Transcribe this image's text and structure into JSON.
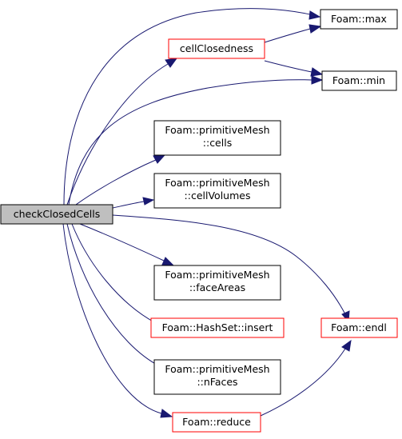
{
  "colors": {
    "edge": "#191970",
    "root_fill": "#bfbfbf",
    "node_fill": "#ffffff",
    "border_default": "#000000",
    "border_incomplete": "#ff0000"
  },
  "nodes": {
    "root": {
      "lines": [
        "checkClosedCells"
      ]
    },
    "cellClosedness": {
      "lines": [
        "cellClosedness"
      ]
    },
    "max": {
      "lines": [
        "Foam::max"
      ]
    },
    "min": {
      "lines": [
        "Foam::min"
      ]
    },
    "cells": {
      "lines": [
        "Foam::primitiveMesh",
        "::cells"
      ]
    },
    "cellVolumes": {
      "lines": [
        "Foam::primitiveMesh",
        "::cellVolumes"
      ]
    },
    "faceAreas": {
      "lines": [
        "Foam::primitiveMesh",
        "::faceAreas"
      ]
    },
    "insert": {
      "lines": [
        "Foam::HashSet::insert"
      ]
    },
    "endl": {
      "lines": [
        "Foam::endl"
      ]
    },
    "nFaces": {
      "lines": [
        "Foam::primitiveMesh",
        "::nFaces"
      ]
    },
    "reduce": {
      "lines": [
        "Foam::reduce"
      ]
    }
  },
  "edges": [
    {
      "from": "root",
      "to": "max"
    },
    {
      "from": "root",
      "to": "cellClosedness"
    },
    {
      "from": "root",
      "to": "min"
    },
    {
      "from": "root",
      "to": "cells"
    },
    {
      "from": "root",
      "to": "cellVolumes"
    },
    {
      "from": "root",
      "to": "endl"
    },
    {
      "from": "root",
      "to": "faceAreas"
    },
    {
      "from": "root",
      "to": "insert"
    },
    {
      "from": "root",
      "to": "nFaces"
    },
    {
      "from": "root",
      "to": "reduce"
    },
    {
      "from": "cellClosedness",
      "to": "max"
    },
    {
      "from": "cellClosedness",
      "to": "min"
    },
    {
      "from": "reduce",
      "to": "endl"
    }
  ]
}
